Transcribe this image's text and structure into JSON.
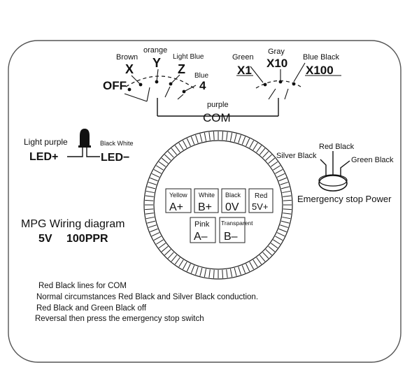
{
  "switch_axis": {
    "labels": {
      "off": "OFF",
      "x": "X",
      "y": "Y",
      "z": "Z",
      "four": "4"
    },
    "wire_colors": {
      "brown": "Brown",
      "orange": "orange",
      "light_blue": "Light Blue",
      "blue": "Blue"
    }
  },
  "switch_scale": {
    "labels": {
      "x1": "X1",
      "x10": "X10",
      "x100": "X100"
    },
    "wire_colors": {
      "green": "Green",
      "gray": "Gray",
      "blue_black": "Blue Black"
    }
  },
  "common": {
    "wire_color": "purple",
    "label": "COM"
  },
  "led": {
    "left_wire": "Light purple",
    "right_wire": "Black White",
    "plus_label": "LED+",
    "minus_label": "LED−"
  },
  "estop": {
    "wire_silver_black": "Silver Black",
    "wire_red_black": "Red Black",
    "wire_green_black": "Green Black",
    "title": "Emergency stop Power"
  },
  "info": {
    "title": "MPG Wiring diagram",
    "spec_voltage": "5V",
    "spec_ppr": "100PPR"
  },
  "terminals": [
    {
      "wire": "Yellow",
      "label": "A+"
    },
    {
      "wire": "White",
      "label": "B+"
    },
    {
      "wire": "Black",
      "label": "0V"
    },
    {
      "wire": "Red",
      "label": "5V+"
    },
    {
      "wire": "Pink",
      "label": "A–"
    },
    {
      "wire": "Transparent",
      "label": "B–"
    }
  ],
  "notes": [
    "Red Black lines for COM",
    "Normal circumstances Red Black and Silver Black conduction.",
    "Red Black and Green Black off",
    "Reversal then press the emergency stop switch"
  ]
}
